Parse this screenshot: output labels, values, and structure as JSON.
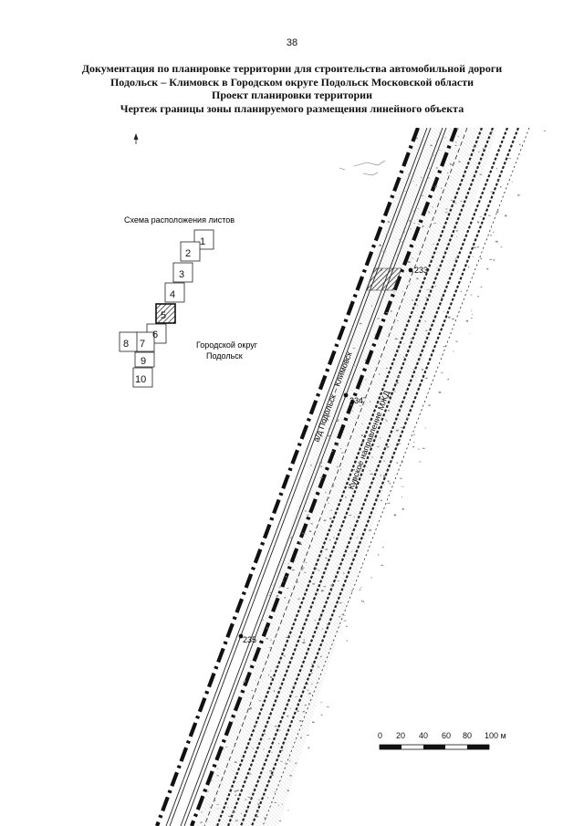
{
  "page_number": "38",
  "header": {
    "line1": "Документация по планировке территории для строительства автомобильной дороги",
    "line2": "Подольск – Климовск в Городском округе Подольск Московской области",
    "line3": "Проект планировки территории",
    "line4": "Чертеж границы зоны планируемого размещения линейного объекта"
  },
  "inset": {
    "title": "Схема расположения листов",
    "sheets": [
      "1",
      "2",
      "3",
      "4",
      "5",
      "6",
      "7",
      "8",
      "9",
      "10"
    ],
    "highlighted_sheet": "5"
  },
  "labels": {
    "district": "Городской округ Подольск",
    "district_line1": "Городской округ",
    "district_line2": "Подольск",
    "road": "а/д Подольск – Климовск",
    "railway": "Курское направление МЖД",
    "picket_233": "233",
    "picket_234": "234",
    "picket_235": "235"
  },
  "scale": {
    "ticks": [
      "0",
      "20",
      "40",
      "60",
      "80",
      "100 м"
    ],
    "unit": "м"
  },
  "colors": {
    "ink": "#111111",
    "gray": "#8a8a8a",
    "hatch": "#555555"
  }
}
